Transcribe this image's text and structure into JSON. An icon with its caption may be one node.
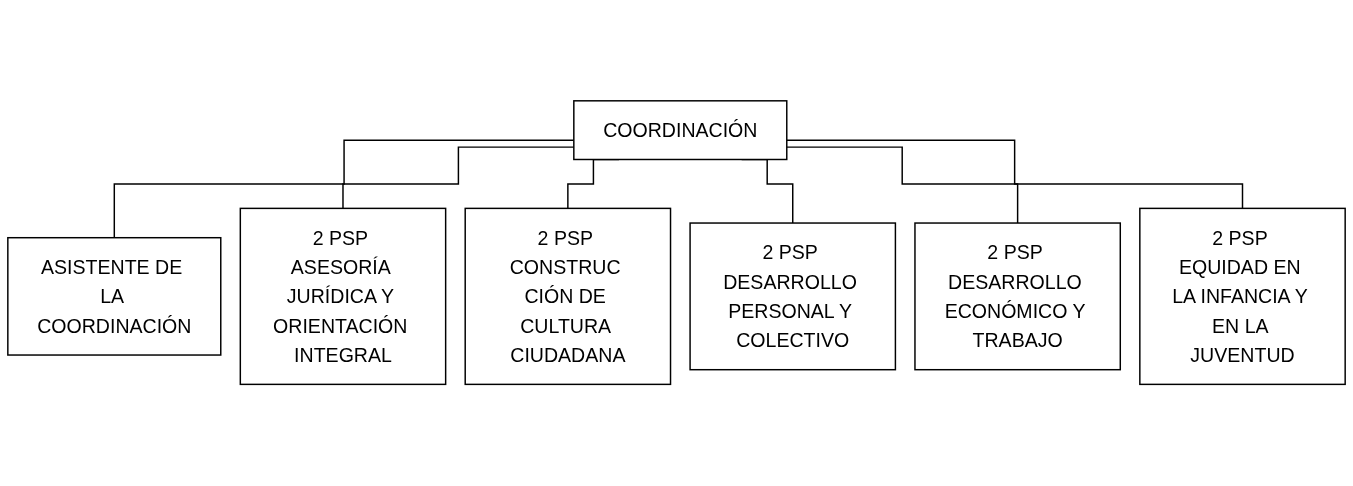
{
  "diagram": {
    "nodes": [
      {
        "text": [
          "COORDINACIÓN"
        ]
      },
      {
        "text": [
          "ASISTENTE DE LA COORDINACIÓN"
        ]
      },
      {
        "text": [
          "2 PSP ASESORÍA JURÍDICA Y ORIENTACIÓN INTEGRAL"
        ]
      },
      {
        "text": [
          "2 PSP CONSTRUC CIÓN DE CULTURA CIUDADANA"
        ]
      },
      {
        "text": [
          "2 PSP DESARROLLO PERSONAL Y COLECTIVO"
        ]
      },
      {
        "text": [
          "2 PSP DESARROLLO ECONÓMICO Y TRABAJO"
        ]
      },
      {
        "text": [
          "2 PSP EQUIDAD EN LA INFANCIA Y EN LA JUVENTUD"
        ]
      }
    ],
    "edges": [
      {
        "from": 0,
        "to": 1,
        "arrow": "none"
      },
      {
        "from": 0,
        "to": 2,
        "arrow": "none"
      },
      {
        "from": 0,
        "to": 3,
        "arrow": "none"
      },
      {
        "from": 0,
        "to": 4,
        "arrow": "none"
      },
      {
        "from": 0,
        "to": 5,
        "arrow": "none"
      },
      {
        "from": 0,
        "to": 6,
        "arrow": "none"
      }
    ]
  }
}
